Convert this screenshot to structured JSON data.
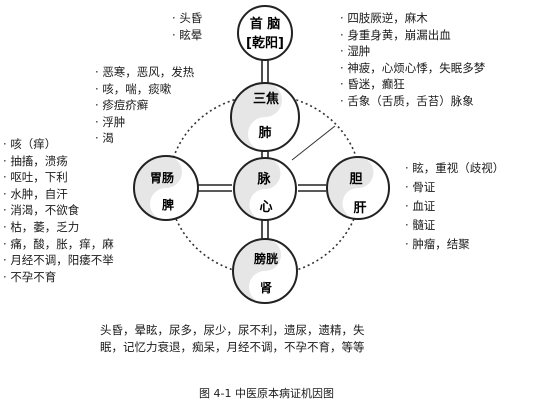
{
  "nodes": {
    "top": {
      "line1": "首 脑",
      "line2": "[乾阳]"
    },
    "lung": {
      "top": "三焦",
      "bottom": "肺"
    },
    "spleen": {
      "top": "胃肠",
      "bottom": "脾"
    },
    "heart": {
      "top": "脉",
      "bottom": "心"
    },
    "liver": {
      "top": "胆",
      "bottom": "肝"
    },
    "kidney": {
      "top": "膀胱",
      "bottom": "肾"
    }
  },
  "lists": {
    "head": [
      "头昏",
      "眩晕"
    ],
    "brain_right": [
      "四肢厥逆，麻木",
      "身重身黄，崩漏出血",
      "湿肿",
      "神疲，心烦心悸，失眠多梦",
      "昏迷，癫狂",
      "舌象（舌质，舌苔）脉象"
    ],
    "lung_left": [
      "恶寒，恶风，发热",
      "咳，喘，痰嗽",
      "疹痘疥癣",
      "浮肿",
      "渴"
    ],
    "spleen_left": [
      "咳（痒）",
      "抽搐，溃疡",
      "呕吐，下利",
      "水肿，自汗",
      "消渴，不欲食",
      "枯，萎，乏力",
      "痛，酸，胀，痒，麻",
      "月经不调，阳痿不举",
      "不孕不育"
    ],
    "liver_right": [
      "眩，重视（歧视）",
      "骨证",
      "血证",
      "髓证",
      "肿瘤，结聚"
    ]
  },
  "bottom_text": {
    "line1": "头昏，晕眩，尿多，尿少，尿不利，遗尿，遗精，失",
    "line2": "眠，记忆力衰退，痴呆，月经不调，不孕不育，等等"
  },
  "caption": "图 4-1  中医原本病证机因图"
}
